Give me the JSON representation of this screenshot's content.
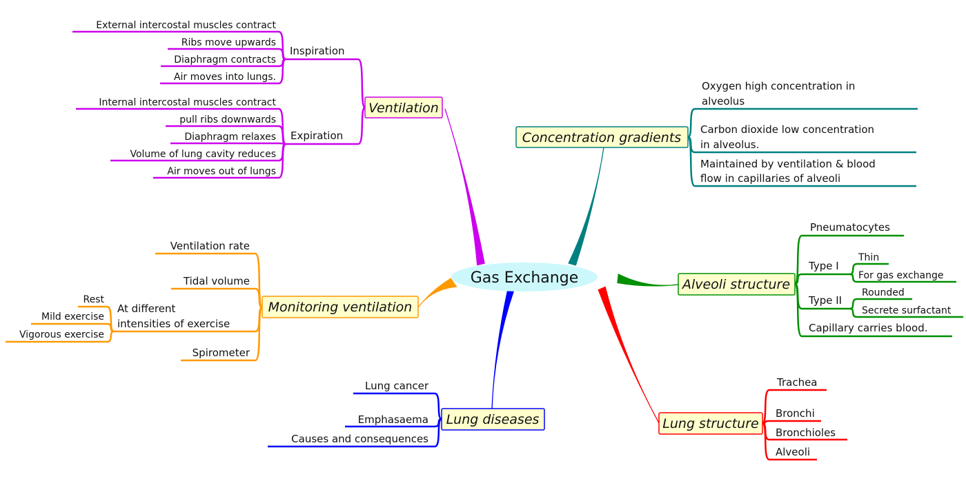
{
  "center": {
    "label": "Gas Exchange",
    "color": "#ccf8fc"
  },
  "branches": {
    "ventilation": {
      "label": "Ventilation",
      "color": "#cc00ee",
      "inspiration": {
        "label": "Inspiration",
        "items": [
          "External intercostal muscles contract",
          "Ribs move upwards",
          "Diaphragm contracts",
          "Air moves into lungs."
        ]
      },
      "expiration": {
        "label": "Expiration",
        "items": [
          "Internal intercostal muscles contract",
          "pull ribs downwards",
          "Diaphragm relaxes",
          "Volume of lung cavity reduces",
          "Air moves out of lungs"
        ]
      }
    },
    "concentration": {
      "label": "Concentration gradients",
      "color": "#008080",
      "items": [
        [
          "Oxygen high concentration in",
          "alveolus"
        ],
        [
          "Carbon dioxide low concentration",
          "in alveolus."
        ],
        [
          "Maintained by ventilation & blood",
          "flow in capillaries of alveoli"
        ]
      ]
    },
    "alveoli": {
      "label": "Alveoli structure",
      "color": "#009000",
      "pneumatocytes": "Pneumatocytes",
      "type1": {
        "label": "Type I",
        "items": [
          "Thin",
          "For gas exchange"
        ]
      },
      "type2": {
        "label": "Type II",
        "items": [
          "Rounded",
          "Secrete surfactant"
        ]
      },
      "capillary": "Capillary carries blood."
    },
    "lung_structure": {
      "label": "Lung structure",
      "color": "#ff0000",
      "items": [
        "Trachea",
        "Bronchi",
        "Bronchioles",
        "Alveoli"
      ]
    },
    "lung_diseases": {
      "label": "Lung diseases",
      "color": "#0000ff",
      "items": [
        "Lung cancer",
        "Emphasaema",
        "Causes and consequences"
      ]
    },
    "monitoring": {
      "label": "Monitoring ventilation",
      "color": "#ff9900",
      "items": [
        "Ventilation rate",
        "Tidal volume",
        "Spirometer"
      ],
      "exercise": {
        "label": [
          "At different",
          "intensities of exercise"
        ],
        "items": [
          "Rest",
          "Mild exercise",
          "Vigorous exercise"
        ]
      }
    }
  }
}
